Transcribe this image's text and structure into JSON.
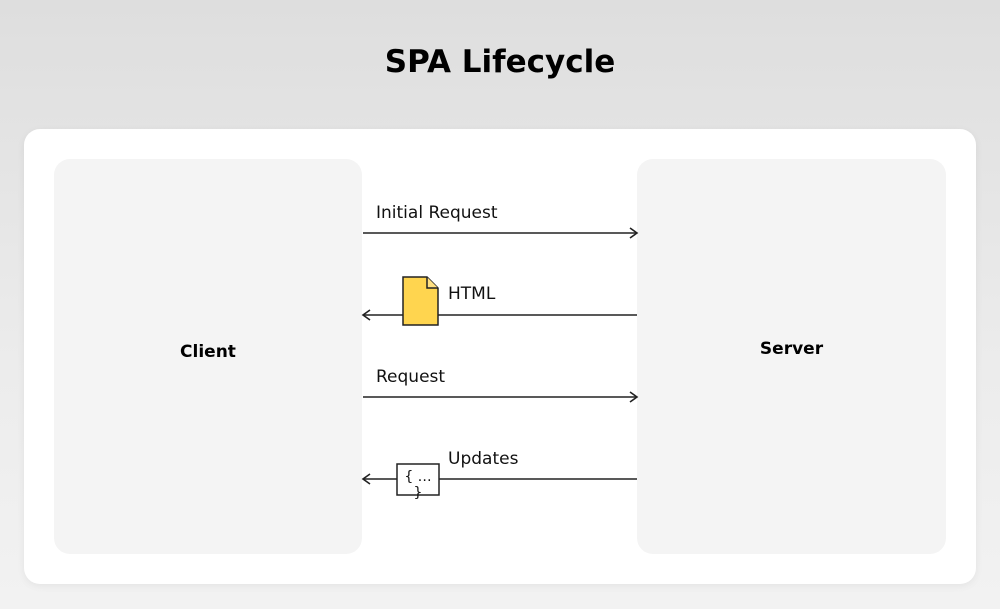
{
  "title": "SPA Lifecycle",
  "client_label": "Client",
  "server_label": "Server",
  "messages": [
    {
      "label": "Initial Request",
      "direction": "client-to-server"
    },
    {
      "label": "HTML",
      "direction": "server-to-client",
      "icon": "document-icon"
    },
    {
      "label": "Request",
      "direction": "client-to-server"
    },
    {
      "label": "Updates",
      "direction": "server-to-client",
      "icon": "json-braces-icon",
      "icon_text": "{ … }"
    }
  ],
  "colors": {
    "document": "#FFD54F",
    "panel": "#F4F4F4"
  }
}
